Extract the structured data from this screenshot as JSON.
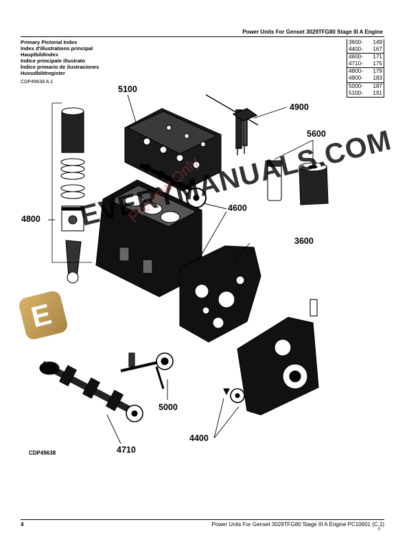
{
  "header": {
    "title": "Power Units For Genset 3029TFG80 Stage III A Engine"
  },
  "index_titles": [
    "Primary Pictorial Index",
    "Index d'illustrations principal",
    "Hauptbildindex",
    "Indice principale illustrato",
    "Índice primario de ilustraciones",
    "Huvudbildregister"
  ],
  "figure_ref_top": "CDP49638 A.1",
  "index_table": [
    {
      "group": "3600-",
      "page": "149"
    },
    {
      "group": "4400-",
      "page": "167"
    },
    {
      "group": "4600-",
      "page": "171"
    },
    {
      "group": "4710-",
      "page": "175"
    },
    {
      "group": "4800-",
      "page": "179"
    },
    {
      "group": "4900-",
      "page": "183"
    },
    {
      "group": "5000-",
      "page": "187"
    },
    {
      "group": "5100-",
      "page": "191"
    }
  ],
  "callouts": {
    "c5100": "5100",
    "c4900": "4900",
    "c5600": "5600",
    "c4800": "4800",
    "c4600": "4600",
    "c3600": "3600",
    "c5000": "5000",
    "c4400": "4400",
    "c4710": "4710"
  },
  "figure_ref_bottom": "CDP49638",
  "watermark": {
    "text": "EVERYMANUALS.COM",
    "logo_letter": "E",
    "overlay": "Preview Only"
  },
  "footer": {
    "page_number": "4",
    "text": "Power Units For Genset 3029TFG80 Stage III A Engine   PC10601   (C.1)",
    "tail": "0"
  }
}
